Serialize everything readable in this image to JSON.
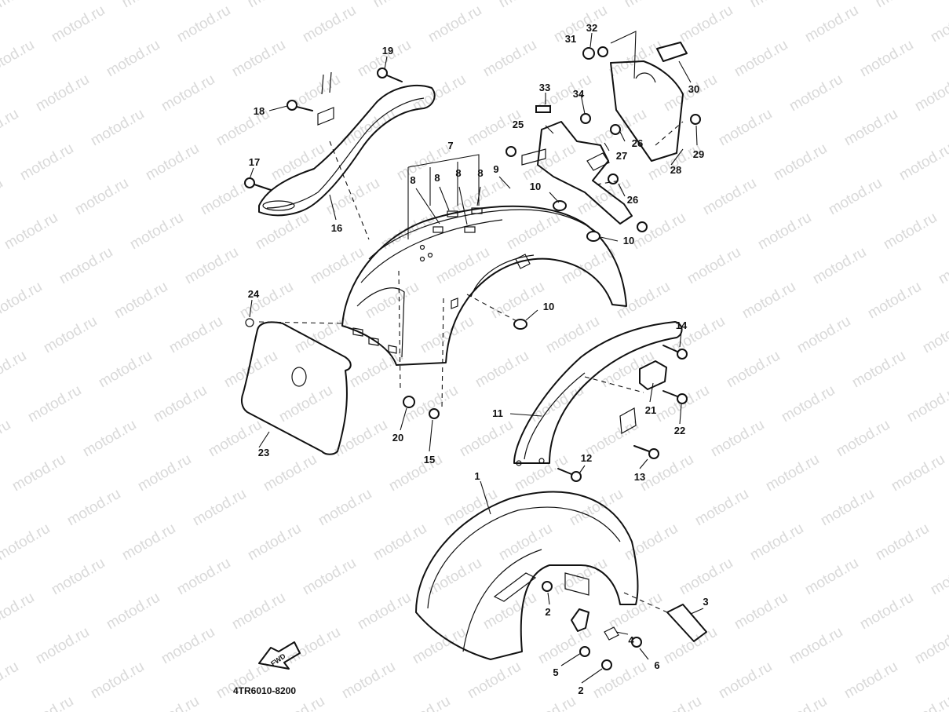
{
  "watermark": "motod.ru",
  "diagram_code": "4TR6010-8200",
  "fwd_label": "FWD",
  "callouts": {
    "c1": "1",
    "c2a": "2",
    "c2b": "2",
    "c3": "3",
    "c4": "4",
    "c5": "5",
    "c6": "6",
    "c7": "7",
    "c8a": "8",
    "c8b": "8",
    "c8c": "8",
    "c8d": "8",
    "c9": "9",
    "c10a": "10",
    "c10b": "10",
    "c10c": "10",
    "c11": "11",
    "c12": "12",
    "c13": "13",
    "c14": "14",
    "c15": "15",
    "c16": "16",
    "c17": "17",
    "c18": "18",
    "c19": "19",
    "c20": "20",
    "c21": "21",
    "c22": "22",
    "c23": "23",
    "c24": "24",
    "c25": "25",
    "c26a": "26",
    "c26b": "26",
    "c27": "27",
    "c28": "28",
    "c29": "29",
    "c30": "30",
    "c31": "31",
    "c32": "32",
    "c33": "33",
    "c34": "34"
  }
}
